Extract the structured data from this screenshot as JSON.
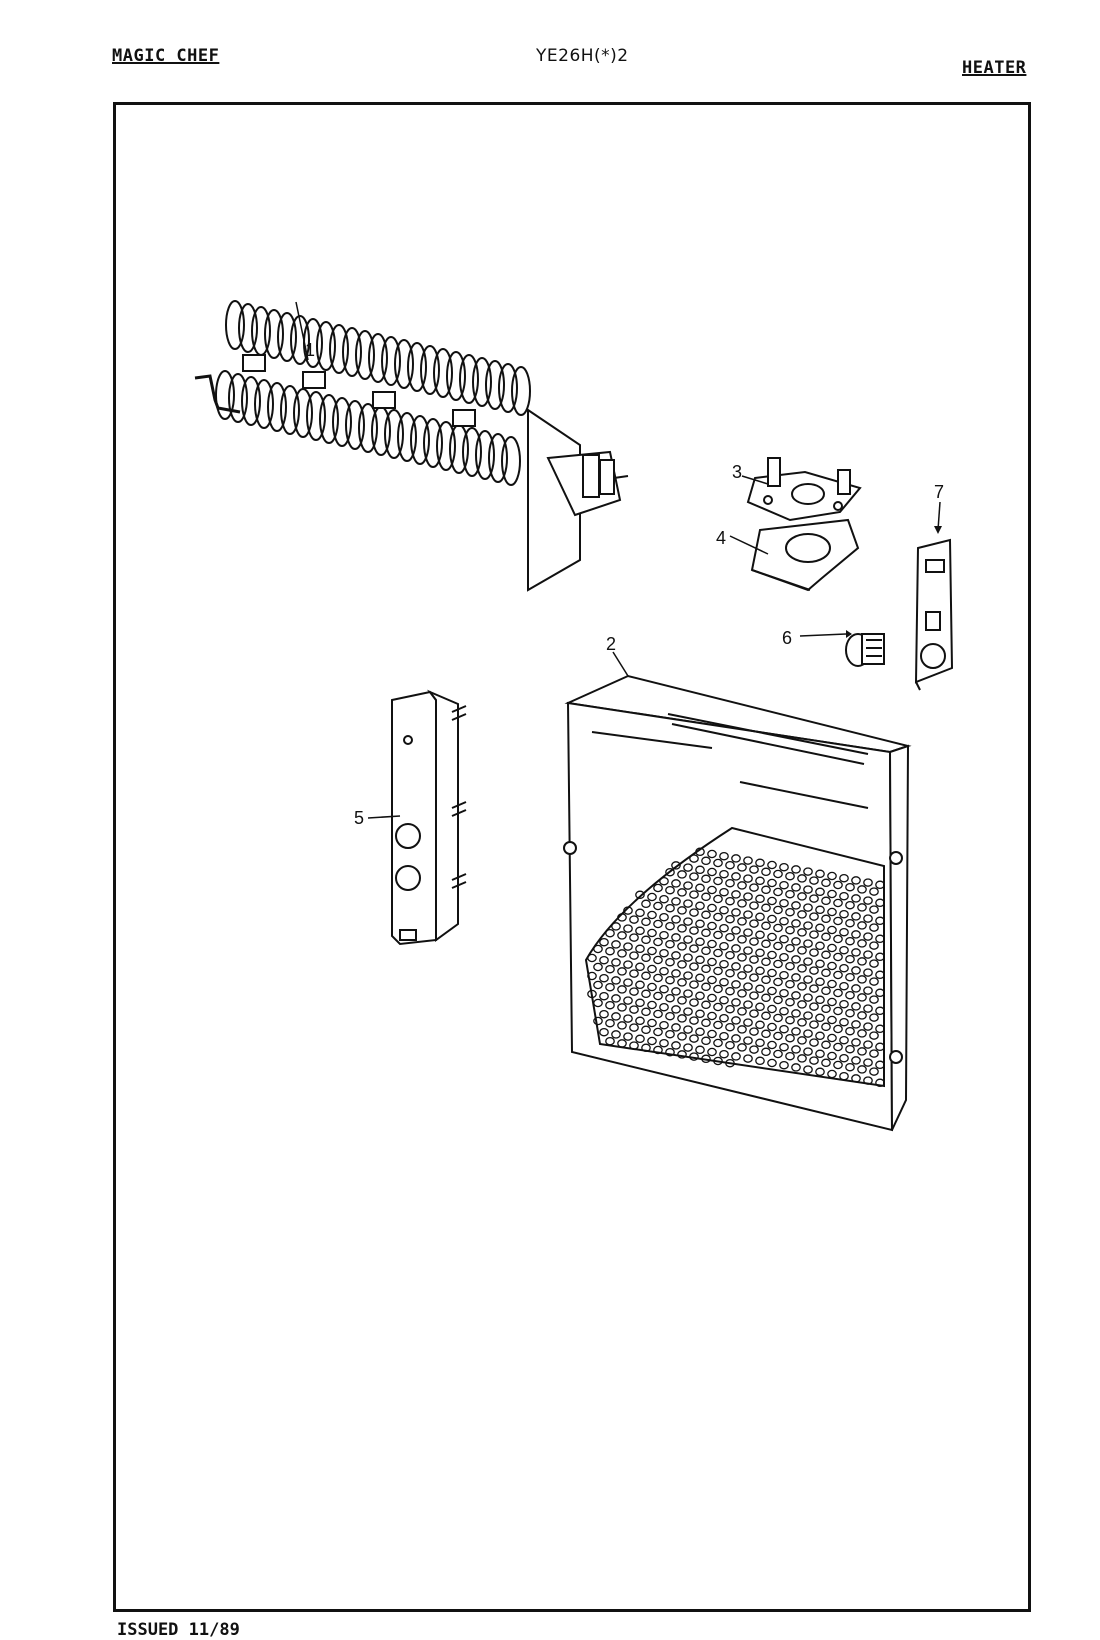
{
  "header": {
    "brand": "MAGIC CHEF",
    "model": "YE26H(*)2",
    "section": "HEATER"
  },
  "footer": {
    "issued": "ISSUED 11/89"
  },
  "callouts": [
    "1",
    "2",
    "3",
    "4",
    "5",
    "6",
    "7"
  ]
}
